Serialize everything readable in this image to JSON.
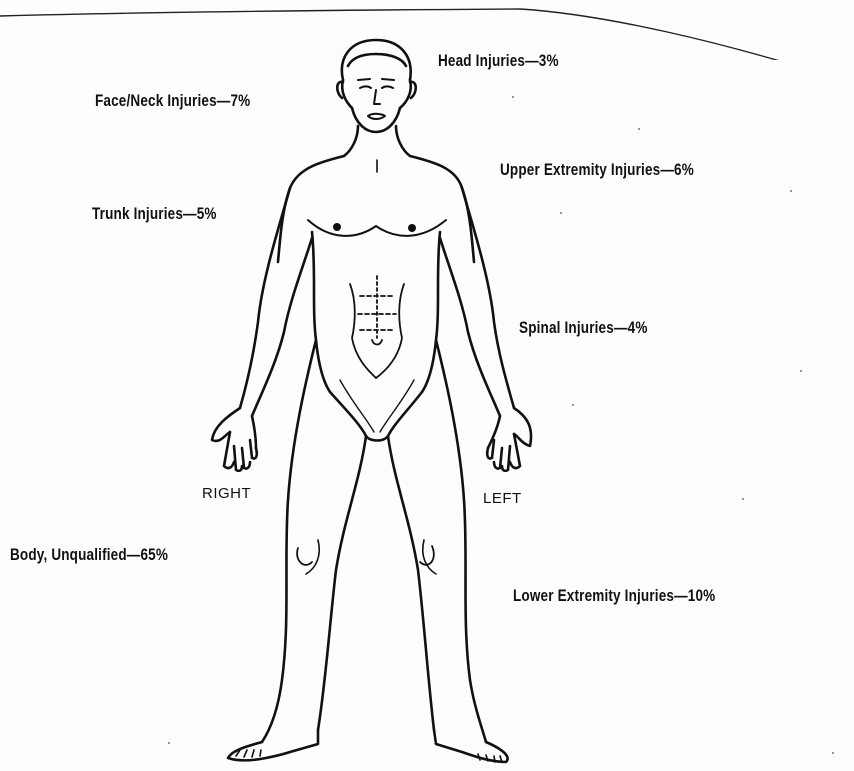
{
  "labels": {
    "head": "Head Injuries—3%",
    "face_neck": "Face/Neck Injuries—7%",
    "upper_extremity": "Upper Extremity Injuries—6%",
    "trunk": "Trunk Injuries—5%",
    "spinal": "Spinal Injuries—4%",
    "body_unqualified": "Body, Unqualified—65%",
    "lower_extremity": "Lower Extremity Injuries—10%"
  },
  "sides": {
    "right": "RIGHT",
    "left": "LEFT"
  },
  "colors": {
    "ink": "#111111",
    "paper": "#fdfdfd"
  }
}
